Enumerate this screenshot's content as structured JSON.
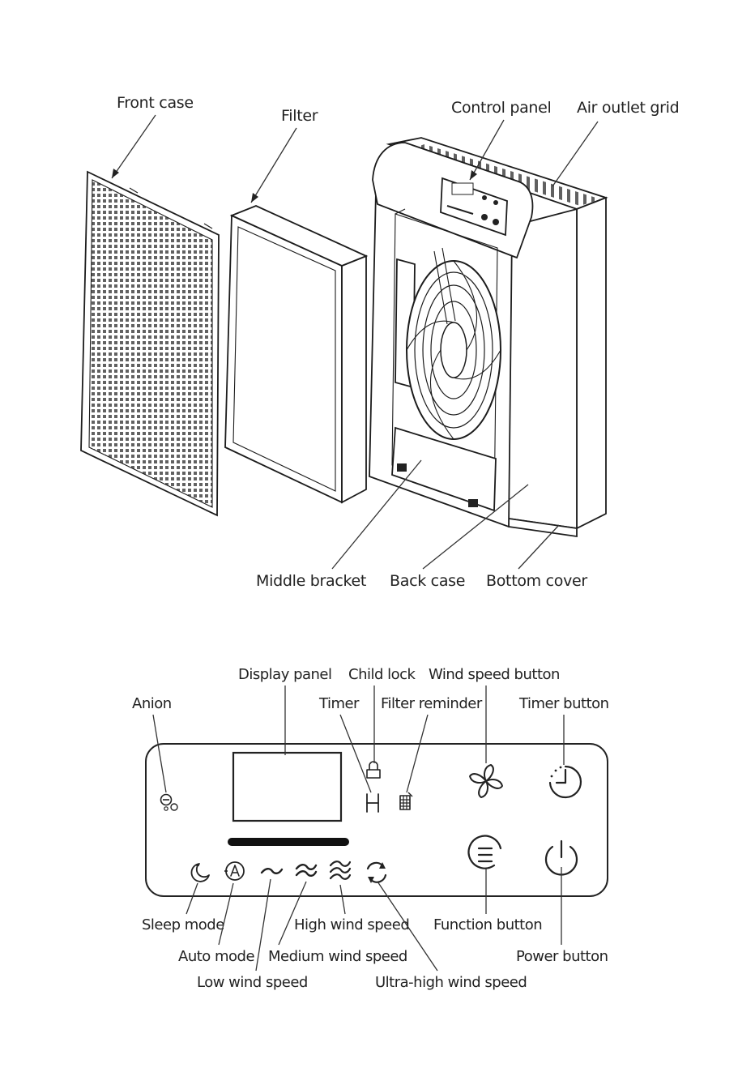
{
  "exploded_view": {
    "labels": {
      "front_case": "Front case",
      "filter": "Filter",
      "control_panel": "Control panel",
      "air_outlet_grid": "Air outlet grid",
      "middle_bracket": "Middle bracket",
      "back_case": "Back case",
      "bottom_cover": "Bottom cover"
    }
  },
  "control_panel_diagram": {
    "labels": {
      "display_panel": "Display panel",
      "child_lock": "Child lock",
      "wind_speed_button": "Wind speed button",
      "anion": "Anion",
      "timer": "Timer",
      "filter_reminder": "Filter reminder",
      "timer_button": "Timer button",
      "sleep_mode": "Sleep mode",
      "high_wind_speed": "High wind speed",
      "function_button": "Function button",
      "auto_mode": "Auto mode",
      "medium_wind_speed": "Medium wind speed",
      "power_button": "Power button",
      "low_wind_speed": "Low wind speed",
      "ultra_high_wind_speed": "Ultra-high wind speed"
    },
    "icons": {
      "anion": "anion-icon",
      "timer_display": "timer-h-icon",
      "child_lock": "lock-icon",
      "filter_reminder": "filter-icon",
      "wind_speed": "fan-icon",
      "timer": "clock-icon",
      "function": "menu-icon",
      "power": "power-icon",
      "sleep": "moon-icon",
      "auto": "auto-a-icon",
      "low": "tilde-icon",
      "medium": "double-tilde-icon",
      "high": "triple-tilde-icon",
      "ultra_high": "cycle-icon"
    }
  }
}
